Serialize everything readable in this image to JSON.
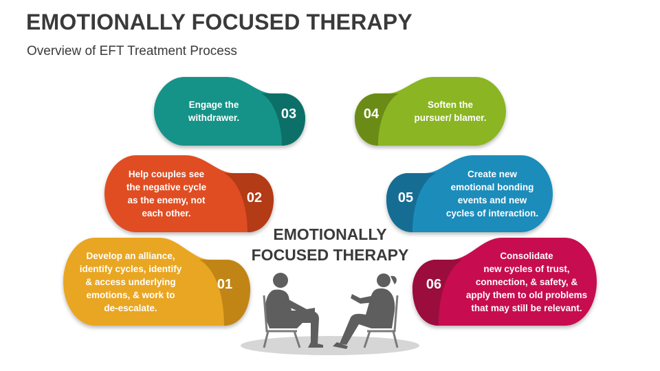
{
  "header": {
    "title": "EMOTIONALLY FOCUSED THERAPY",
    "subtitle": "Overview of EFT Treatment Process"
  },
  "center": {
    "line1": "EMOTIONALLY",
    "line2": "FOCUSED THERAPY"
  },
  "steps": [
    {
      "num": "01",
      "text": "Develop an alliance,\nidentify cycles, identify\n& access underlying\nemotions, & work to\nde-escalate.",
      "color": "#e9a623",
      "tab_color": "#c18514"
    },
    {
      "num": "02",
      "text": "Help couples see\nthe negative cycle\nas the enemy, not\neach other.",
      "color": "#e04e20",
      "tab_color": "#b33a14"
    },
    {
      "num": "03",
      "text": "Engage the\nwithdrawer.",
      "color": "#149388",
      "tab_color": "#0e7067"
    },
    {
      "num": "04",
      "text": "Soften the\npursuer/ blamer.",
      "color": "#8bb524",
      "tab_color": "#6a8c19"
    },
    {
      "num": "05",
      "text": "Create new\nemotional bonding\nevents and new\ncycles of interaction.",
      "color": "#1c8cbb",
      "tab_color": "#136d93"
    },
    {
      "num": "06",
      "text": "Consolidate\nnew cycles of trust,\nconnection, & safety, &\napply them to old problems\nthat may still be relevant.",
      "color": "#c7114f",
      "tab_color": "#9b0b3c"
    }
  ]
}
